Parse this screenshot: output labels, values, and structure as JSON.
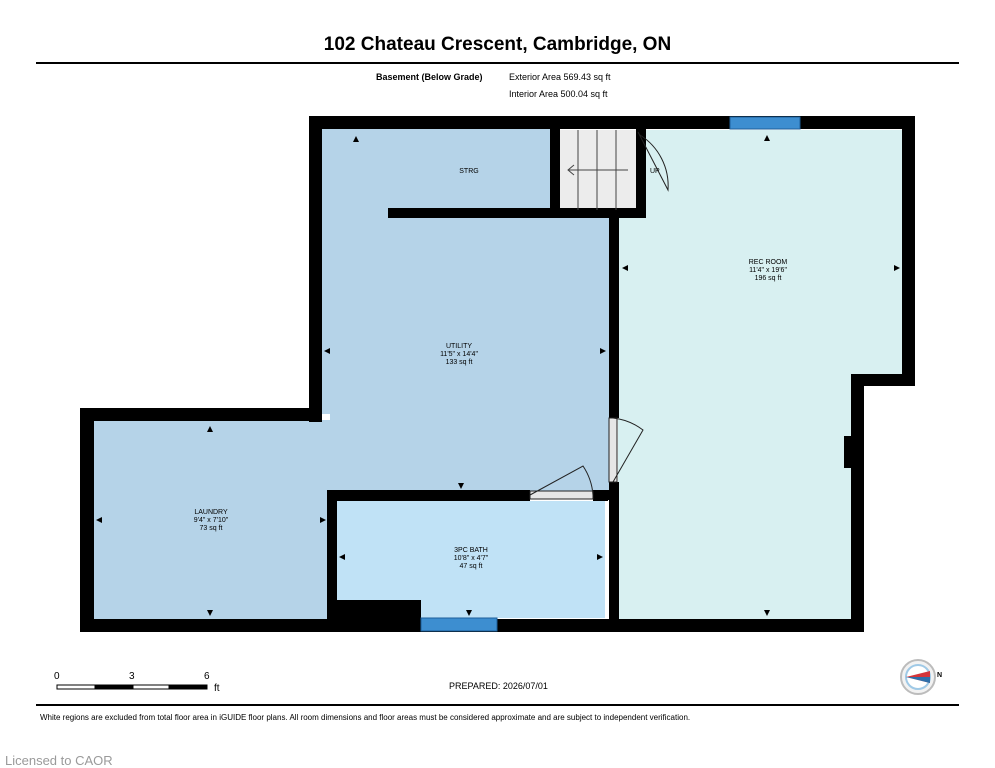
{
  "title": "102 Chateau Crescent, Cambridge, ON",
  "floor": {
    "name": "Basement (Below Grade)",
    "exterior_area": "Exterior Area 569.43 sq ft",
    "interior_area": "Interior Area 500.04 sq ft"
  },
  "rooms": {
    "storage": {
      "name": "STRG"
    },
    "utility": {
      "name": "UTILITY",
      "dims": "11'5\" x 14'4\"",
      "area": "133 sq ft"
    },
    "rec_room": {
      "name": "REC ROOM",
      "dims": "11'4\" x 19'6\"",
      "area": "196 sq ft"
    },
    "laundry": {
      "name": "LAUNDRY",
      "dims": "9'4\" x 7'10\"",
      "area": "73 sq ft"
    },
    "bath": {
      "name": "3PC BATH",
      "dims": "10'8\" x 4'7\"",
      "area": "47 sq ft"
    }
  },
  "stairs_label": "UP",
  "scale": {
    "labels": [
      "0",
      "3",
      "6"
    ],
    "unit": "ft"
  },
  "prepared": "PREPARED: 2026/07/01",
  "compass_label": "N",
  "disclaimer": "White regions are excluded from total floor area in iGUIDE floor plans. All room dimensions and floor areas must be considered approximate and are subject to independent verification.",
  "license": "Licensed to CAOR",
  "colors": {
    "utility_fill": "#b5d3e8",
    "rec_fill": "#d8f0f1",
    "bath_fill": "#c0e2f6",
    "window_fill": "#3d8ed0",
    "wall": "#000000"
  }
}
